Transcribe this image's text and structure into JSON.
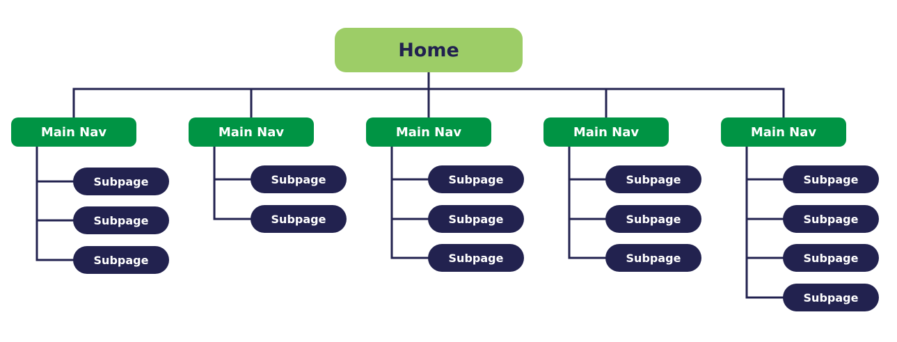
{
  "colors": {
    "home_fill": "#9dcd67",
    "home_text": "#21214f",
    "nav_fill": "#009444",
    "nav_text": "#ffffff",
    "subpage_fill": "#22224f",
    "subpage_text": "#ffffff",
    "connector": "#22224f"
  },
  "root": {
    "label": "Home",
    "children": [
      {
        "label": "Main Nav",
        "children": [
          "Subpage",
          "Subpage",
          "Subpage"
        ]
      },
      {
        "label": "Main Nav",
        "children": [
          "Subpage",
          "Subpage"
        ]
      },
      {
        "label": "Main Nav",
        "children": [
          "Subpage",
          "Subpage",
          "Subpage"
        ]
      },
      {
        "label": "Main Nav",
        "children": [
          "Subpage",
          "Subpage",
          "Subpage"
        ]
      },
      {
        "label": "Main Nav",
        "children": [
          "Subpage",
          "Subpage",
          "Subpage",
          "Subpage"
        ]
      }
    ]
  }
}
